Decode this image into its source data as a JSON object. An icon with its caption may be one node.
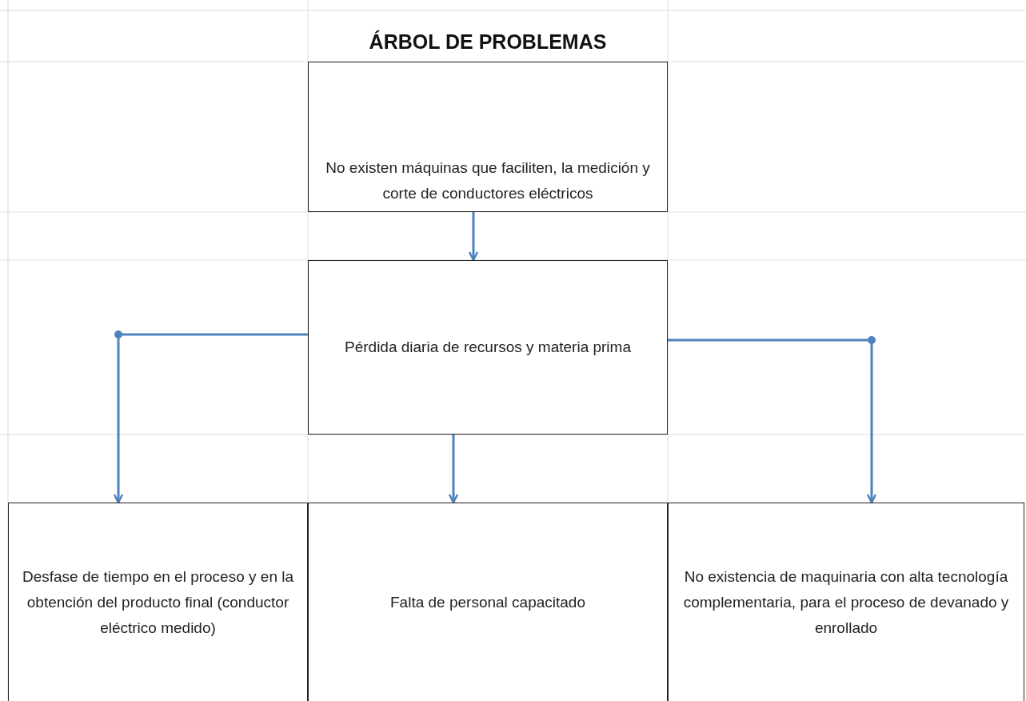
{
  "diagram": {
    "title": "ÁRBOL DE PROBLEMAS",
    "nodes": [
      {
        "text": [
          "No existen máquinas que faciliten, la medición y corte de conductores eléctricos"
        ]
      },
      {
        "text": [
          "Pérdida diaria de recursos y materia prima"
        ]
      },
      {
        "text": [
          "Desfase de tiempo en el proceso y en la obtención del producto final (conductor eléctrico medido)"
        ]
      },
      {
        "text": [
          "Falta de personal capacitado"
        ]
      },
      {
        "text": [
          "No existencia de maquinaria con alta tecnología complementaria, para el proceso de devanado y enrollado"
        ]
      }
    ],
    "edges": [
      {
        "from": 0,
        "to": 1,
        "arrow": "to"
      },
      {
        "from": 1,
        "to": 2,
        "arrow": "to"
      },
      {
        "from": 1,
        "to": 3,
        "arrow": "to"
      },
      {
        "from": 1,
        "to": 4,
        "arrow": "to"
      }
    ]
  }
}
